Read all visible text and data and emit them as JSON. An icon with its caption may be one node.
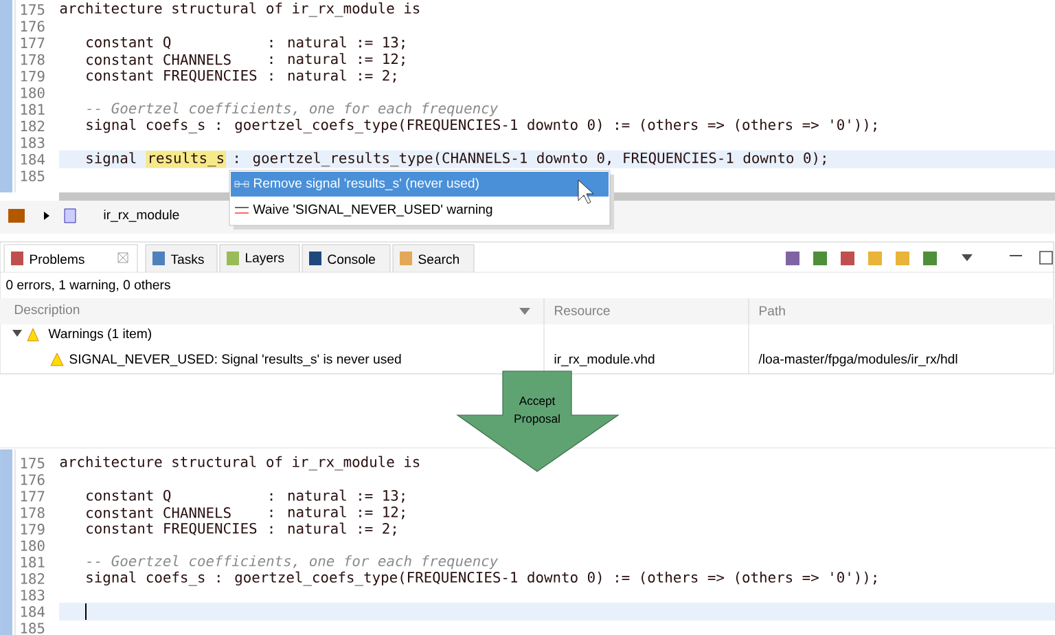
{
  "diagram": {
    "nodes": [
      {
        "text": [
          "Accept Proposal"
        ]
      }
    ],
    "labels": [
      "175",
      "architecture structural of ir_rx_module is",
      "176",
      "177",
      "constant Q",
      ": natural := 13;",
      "178",
      "constant CHANNELS",
      ": natural := 12;",
      "179",
      "constant FREQUENCIES",
      ": natural := 2;",
      "180",
      "181",
      "-- Goertzel coefficients, one for each frequency",
      "182",
      "signal coefs_s : goertzel_coefs_type(FREQUENCIES-1 downto 0) := (others => (others => '0'));",
      "183",
      "184",
      "signal",
      "results_s",
      ": goertzel_results_type(CHANNELS-1 downto 0, FREQUENCIES-1 downto 0);",
      "185",
      "ir_rx_module",
      "Remove signal 'results_s' (never used)",
      "Waive 'SIGNAL_NEVER_USED' warning",
      "Problems",
      "Tasks",
      "Layers",
      "Console",
      "Search",
      "0 errors, 1 warning, 0 others",
      "Description",
      "Resource",
      "Path",
      "Warnings (1 item)",
      "SIGNAL_NEVER_USED: Signal 'results_s' is never used",
      "ir_rx_module.vhd",
      "/loa-master/fpga/modules/ir_rx/hdl",
      "175",
      "architecture structural of ir_rx_module is",
      "176",
      "177",
      "constant Q",
      ": natural := 13;",
      "178",
      "constant CHANNELS",
      ": natural := 12;",
      "179",
      "constant FREQUENCIES",
      ": natural := 2;",
      "180",
      "181",
      "-- Goertzel coefficients, one for each frequency",
      "182",
      "signal coefs_s : goertzel_coefs_type(FREQUENCIES-1 downto 0) := (others => (others => '0'));",
      "183",
      "184",
      "185"
    ]
  }
}
